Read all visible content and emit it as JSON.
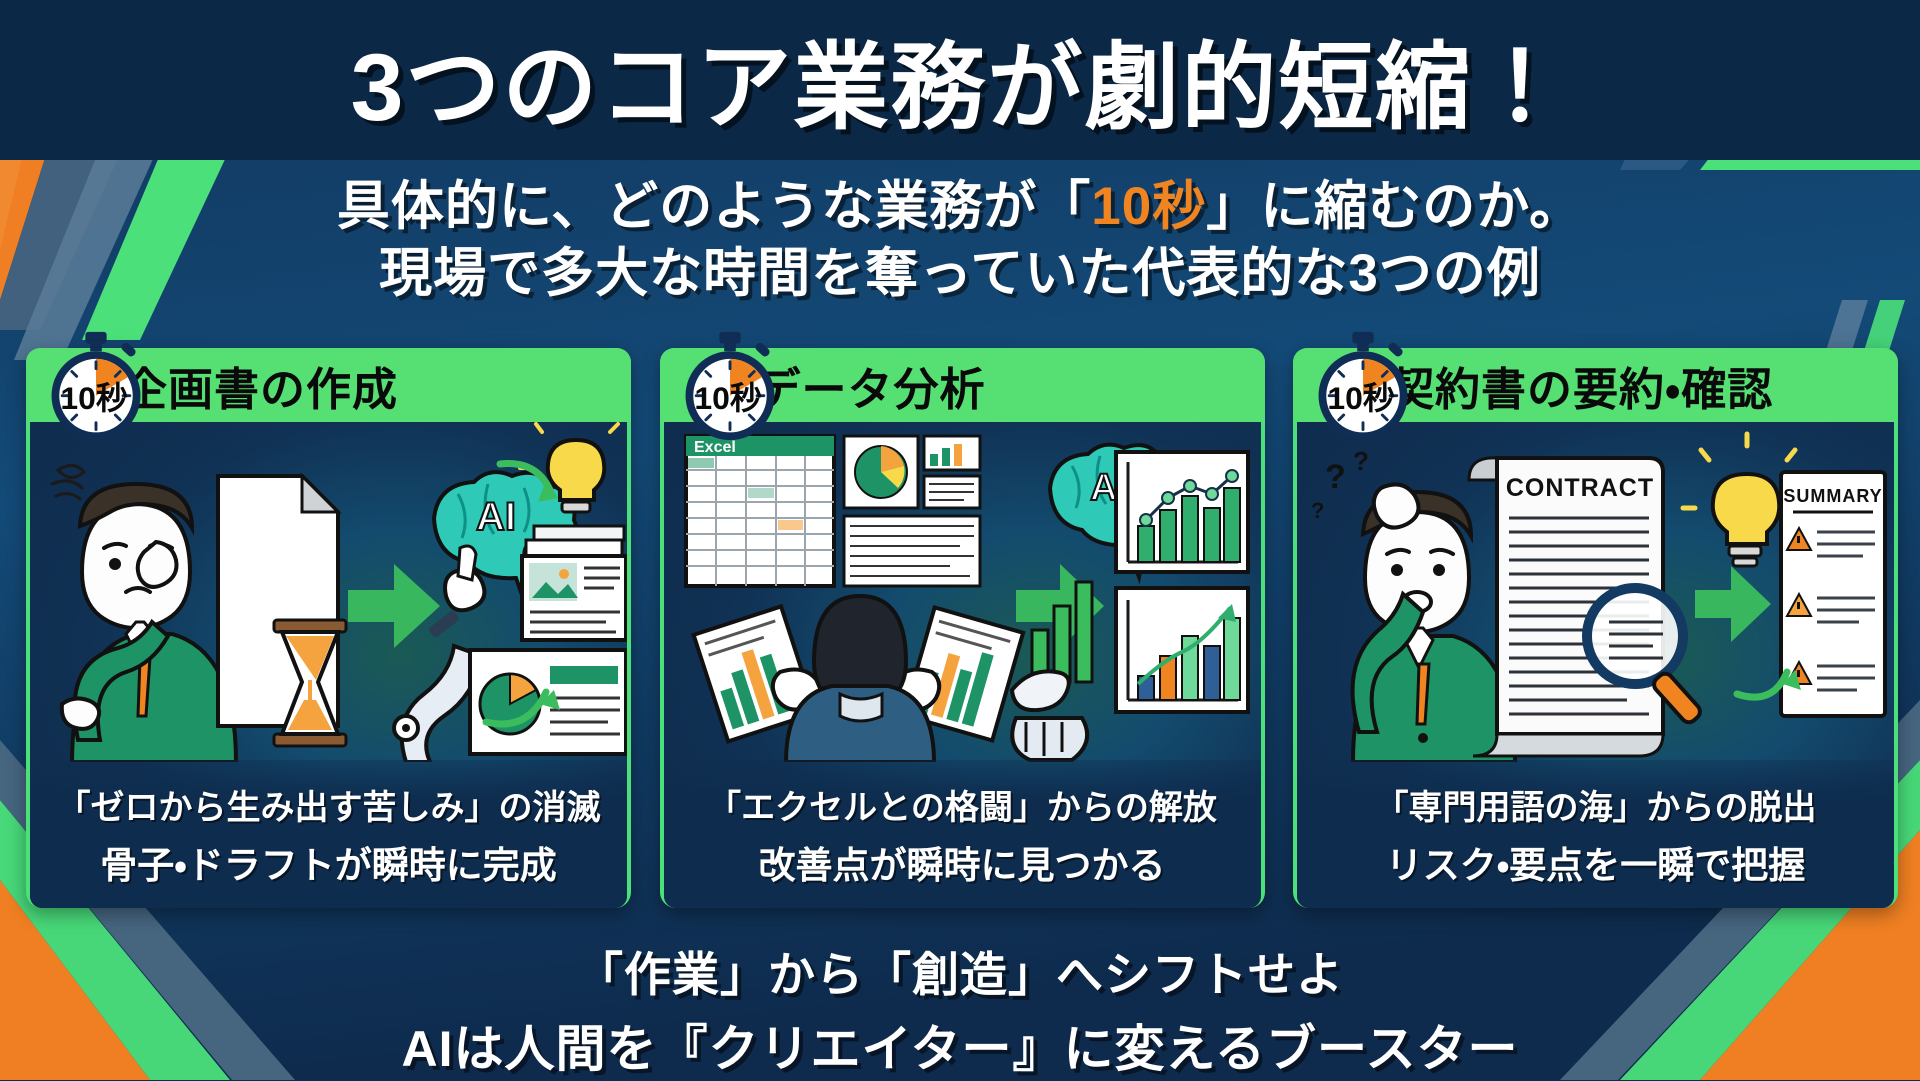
{
  "title": "3つのコア業務が劇的短縮！",
  "subtitle": {
    "line1_before": "具体的に、どのような業務が「",
    "line1_accent": "10秒",
    "line1_after": "」に縮むのか。",
    "line2": "現場で多大な時間を奪っていた代表的な3つの例"
  },
  "badge_label": "10秒",
  "cards": [
    {
      "header": "企画書の作成",
      "caption_line1": "「ゼロから生み出す苦しみ」の消滅",
      "caption_line2": "骨子・ドラフトが瞬時に完成",
      "illustration": "worried-person-document-hourglass-ai-brain-robot-arm-slides",
      "labels": {
        "ai": "AI"
      }
    },
    {
      "header": "データ分析",
      "caption_line1": "「エクセルとの格闘」からの解放",
      "caption_line2": "改善点が瞬時に見つかる",
      "illustration": "excel-spreadsheet-person-papers-ai-brain-robot-hand-charts",
      "labels": {
        "ai": "AI",
        "spreadsheet": "Excel"
      }
    },
    {
      "header": "契約書の要約・確認",
      "caption_line1": "「専門用語の海」からの脱出",
      "caption_line2": "リスク・要点を一瞬で把握",
      "illustration": "confused-person-contract-magnifier-lightbulb-summary",
      "labels": {
        "contract": "CONTRACT",
        "summary": "SUMMARY"
      }
    }
  ],
  "footer": {
    "line1": "「作業」から「創造」へシフトせよ",
    "line2": "AIは人間を『クリエイター』に変えるブースター"
  },
  "colors": {
    "bg_deep": "#0b2847",
    "bg_mid": "#123a63",
    "accent_green": "#56e073",
    "accent_green_bright": "#4be07a",
    "accent_orange": "#ef8421",
    "card_bg": "#0f3056",
    "text_white": "#ffffff",
    "text_black": "#0a0a0a"
  }
}
